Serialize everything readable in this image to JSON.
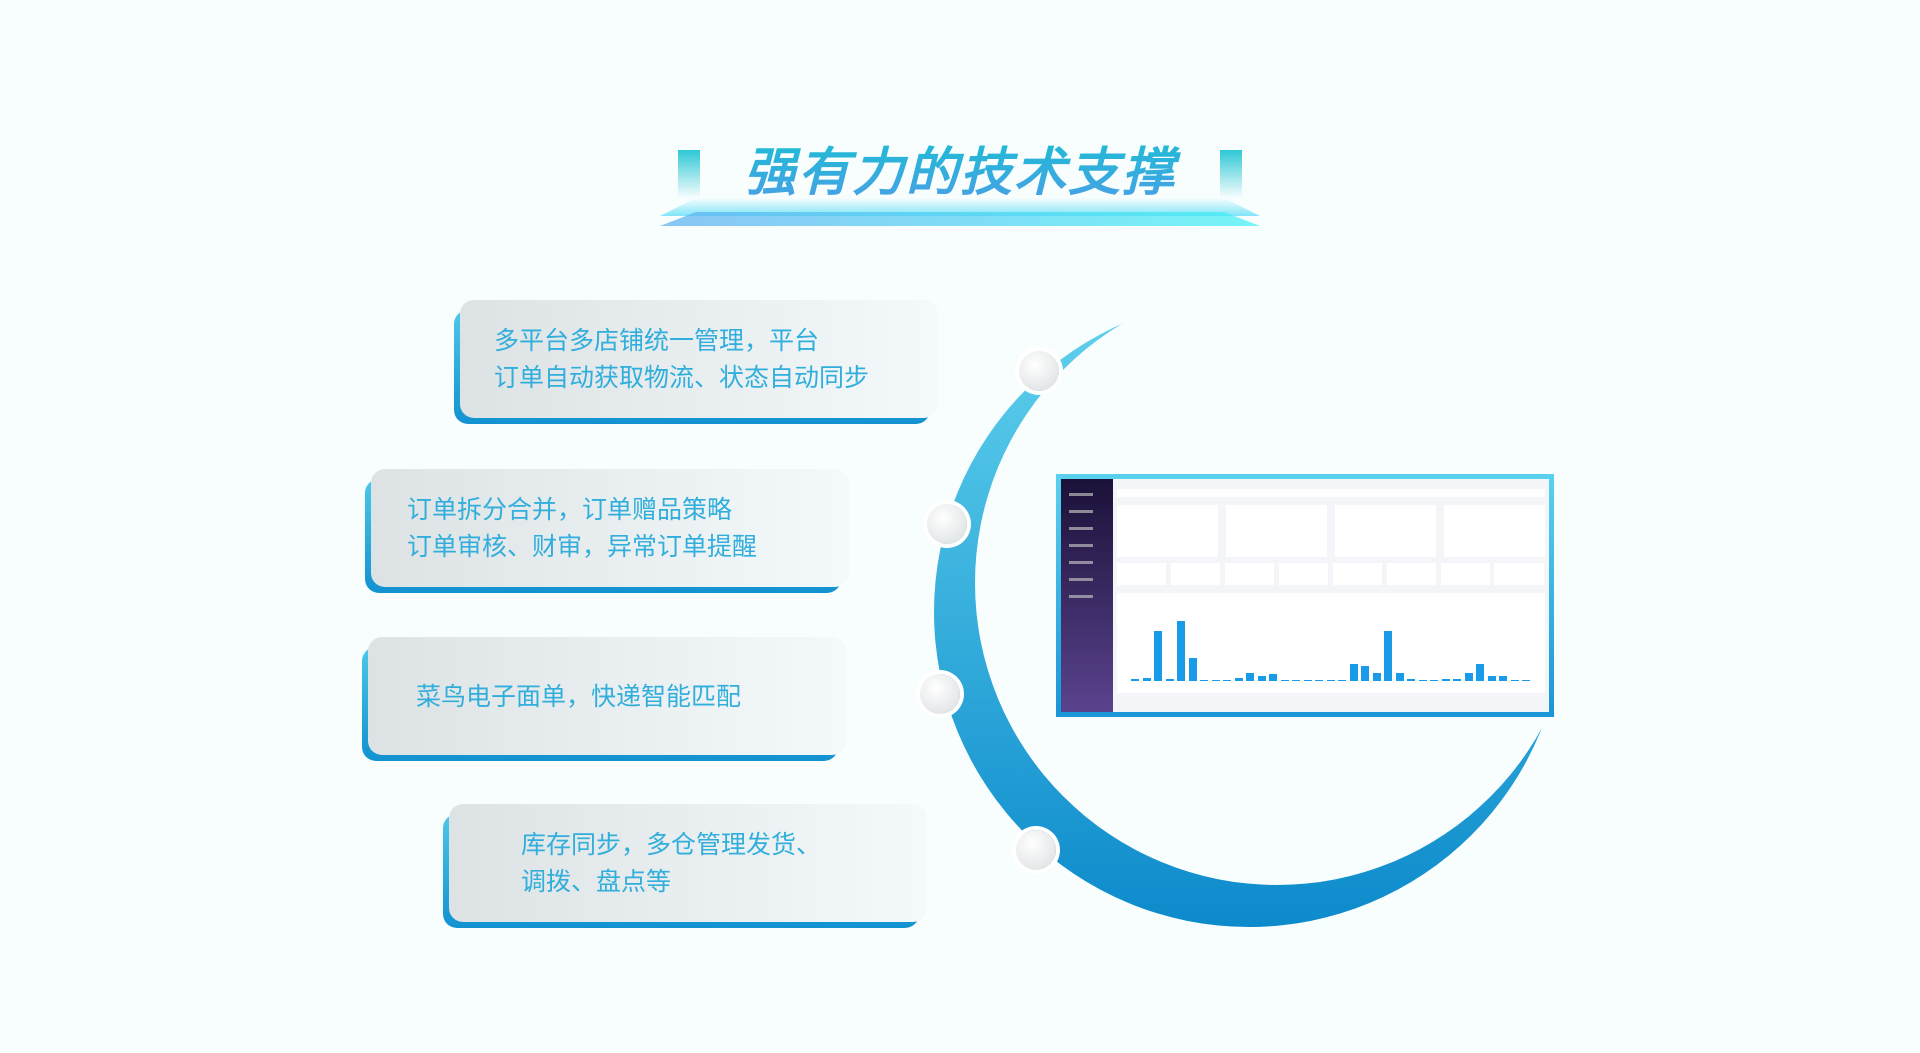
{
  "title": "强有力的技术支撑",
  "features": [
    {
      "lines": [
        "多平台多店铺统一管理，平台",
        "订单自动获取物流、状态自动同步"
      ]
    },
    {
      "lines": [
        "订单拆分合并，订单赠品策略",
        "订单审核、财审，异常订单提醒"
      ]
    },
    {
      "lines": [
        "菜鸟电子面单，快递智能匹配"
      ]
    },
    {
      "lines": [
        "库存同步，多仓管理发货、",
        "调拨、盘点等"
      ]
    }
  ],
  "dashboard_preview": {
    "bar_values": [
      1,
      2,
      30,
      1,
      36,
      14,
      0,
      0,
      0,
      2,
      5,
      3,
      4,
      0,
      0,
      0,
      0,
      0,
      0,
      10,
      9,
      5,
      30,
      5,
      1,
      0,
      0,
      1,
      1,
      5,
      10,
      3,
      3,
      0,
      0
    ]
  },
  "colors": {
    "accent": "#31aedc",
    "arc_top": "#55cdec",
    "arc_bottom": "#0e8ccc"
  }
}
